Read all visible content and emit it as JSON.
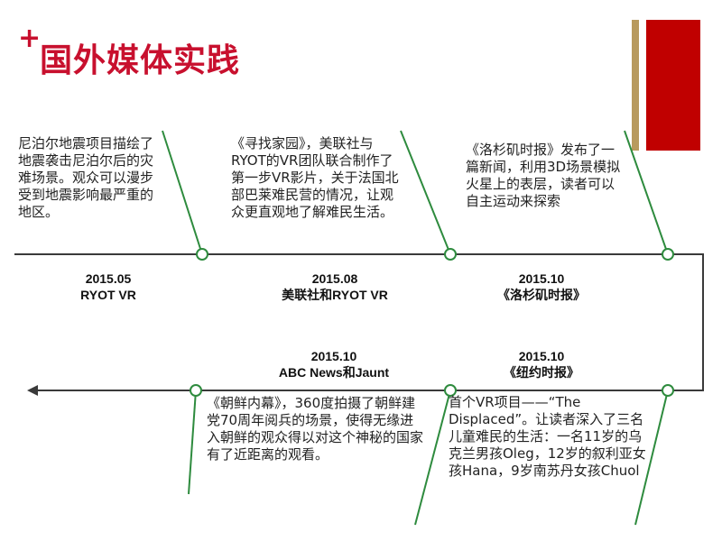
{
  "header": {
    "plus": "+",
    "title": "国外媒体实践"
  },
  "events": [
    {
      "date": "2015.05",
      "org": "RYOT VR",
      "description": "尼泊尔地震项目描绘了地震袭击尼泊尔后的灾难场景。观众可以漫步受到地震影响最严重的地区。"
    },
    {
      "date": "2015.08",
      "org": "美联社和RYOT VR",
      "description": "《寻找家园》，美联社与RYOT的VR团队联合制作了第一步VR影片，关于法国北部巴莱难民营的情况，让观众更直观地了解难民生活。"
    },
    {
      "date": "2015.10",
      "org": "《洛杉矶时报》",
      "description": "《洛杉矶时报》发布了一篇新闻，利用3D场景模拟火星上的表层，读者可以自主运动来探索"
    },
    {
      "date": "2015.10",
      "org": "《纽约时报》",
      "description": "首个VR项目——“The Displaced”。让读者深入了三名儿童难民的生活：一名11岁的乌克兰男孩Oleg，12岁的叙利亚女孩Hana，9岁南苏丹女孩Chuol"
    },
    {
      "date": "2015.10",
      "org": "ABC News和Jaunt",
      "description": "《朝鲜内幕》，360度拍摄了朝鲜建党70周年阅兵的场景，使得无缘进入朝鲜的观众得以对这个神秘的国家有了近距离的观看。"
    }
  ],
  "colors": {
    "accent": "#c8102e",
    "line": "#3a3a3a",
    "branch": "#2e8b3e",
    "node": "#2e8b3e",
    "decoration_gold": "#b89a5e",
    "decoration_red": "#c00000"
  }
}
